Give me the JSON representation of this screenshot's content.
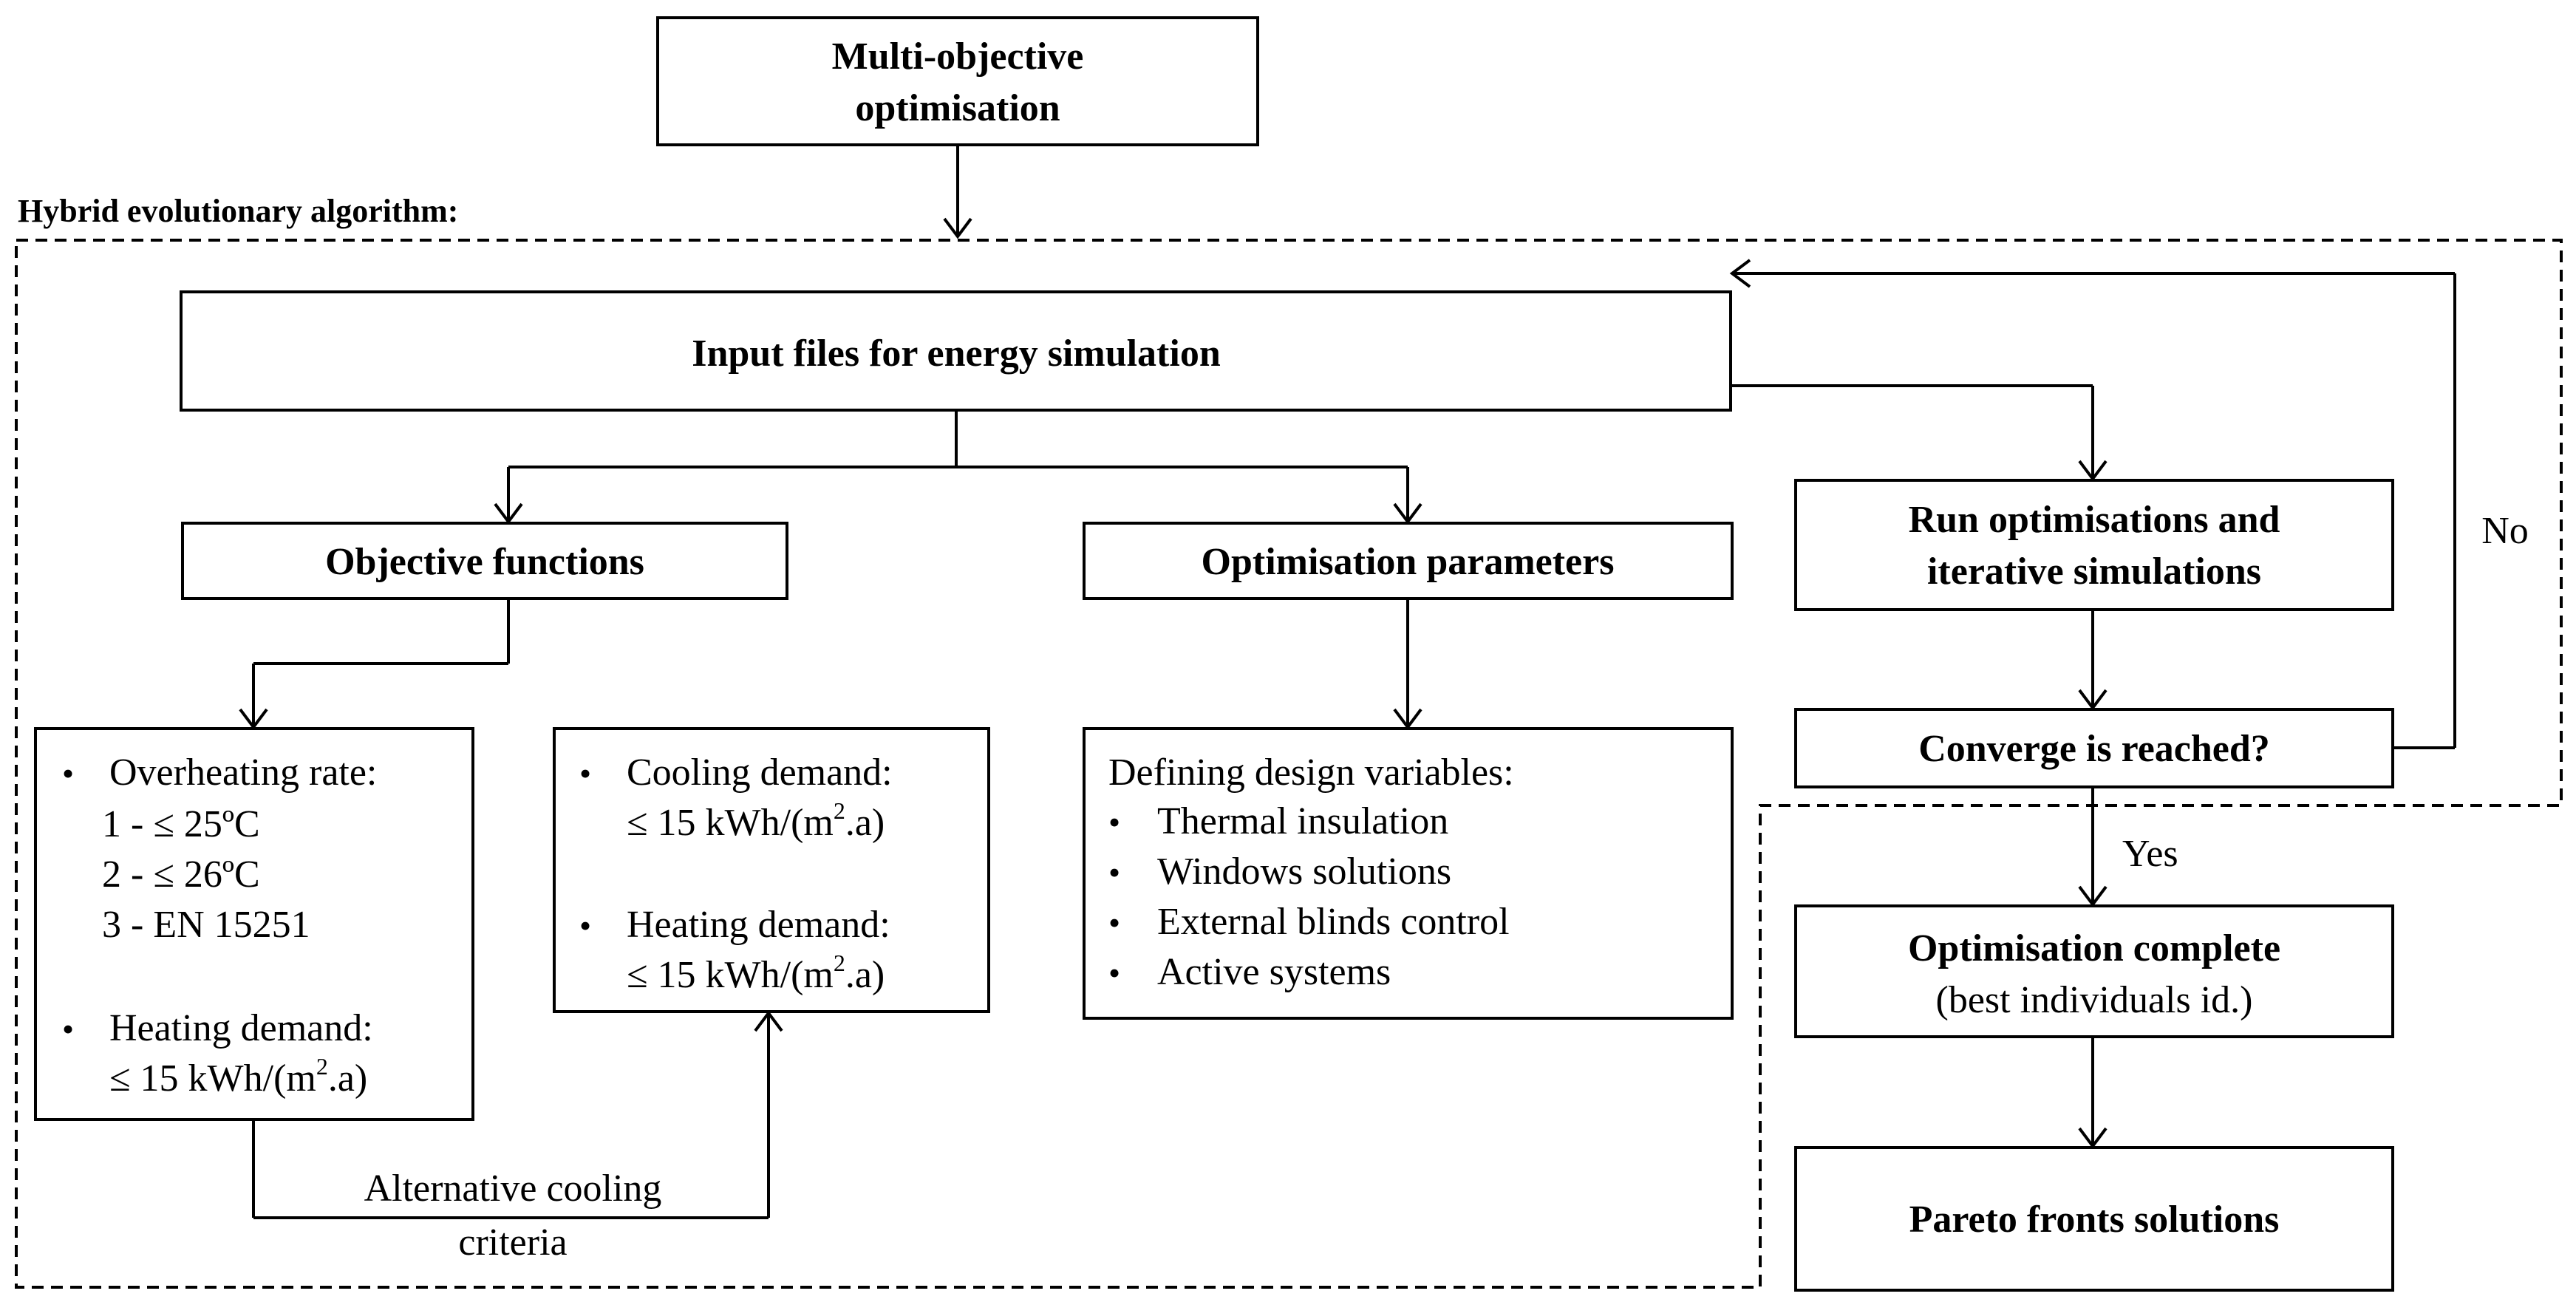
{
  "nodes": {
    "multi_objective": [
      "Multi-objective",
      "optimisation"
    ],
    "hybrid_label": "Hybrid evolutionary algorithm:",
    "input_files": "Input files for energy simulation",
    "objective_functions": "Objective functions",
    "optimisation_parameters": "Optimisation parameters",
    "run_optimisations": [
      "Run optimisations and",
      "iterative simulations"
    ],
    "converge": "Converge is reached?",
    "optimisation_complete": "Optimisation complete",
    "best_individuals": "(best individuals  id.)",
    "pareto": "Pareto fronts solutions"
  },
  "overheating_box": {
    "bullet1": "Overheating rate:",
    "items": [
      "1 - ≤ 25ºC",
      "2 - ≤ 26ºC",
      "3 - EN 15251"
    ],
    "bullet2": "Heating demand:",
    "bullet2_value_prefix": "≤ 15 kWh/(m",
    "bullet2_value_sup": "2",
    "bullet2_value_suffix": ".a)"
  },
  "cooling_box": {
    "bullet1": "Cooling demand:",
    "bullet1_value_prefix": "≤ 15 kWh/(m",
    "bullet1_value_sup": "2",
    "bullet1_value_suffix": ".a)",
    "bullet2": "Heating demand:",
    "bullet2_value_prefix": "≤ 15 kWh/(m",
    "bullet2_value_sup": "2",
    "bullet2_value_suffix": ".a)"
  },
  "design_box": {
    "heading": "Defining design variables:",
    "items": [
      "Thermal insulation",
      "Windows solutions",
      "External blinds control",
      "Active systems"
    ]
  },
  "edge_labels": {
    "no": "No",
    "yes": "Yes",
    "alternative": [
      "Alternative  cooling",
      "criteria"
    ]
  },
  "bullet_symbol": "•"
}
